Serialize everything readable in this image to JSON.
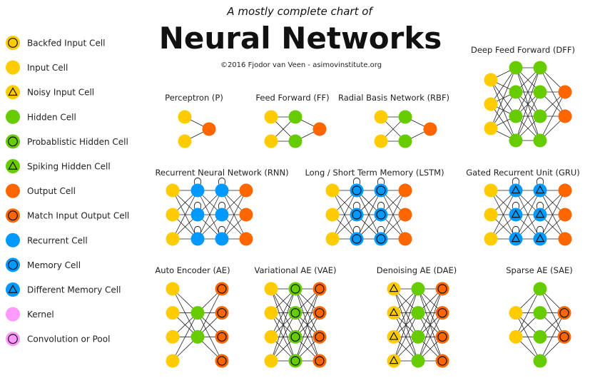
{
  "header": {
    "subtitle": "A mostly complete chart of",
    "title": "Neural Networks",
    "credit": "©2016 Fjodor van Veen - asimovinstitute.org"
  },
  "colors": {
    "input": "#FFCC00",
    "hidden": "#66CC00",
    "output": "#FF6600",
    "recurrent": "#0099FF",
    "kernel": "#FF99FF",
    "stroke": "#111111",
    "edge": "#222222"
  },
  "legend": [
    {
      "label": "Backfed Input Cell",
      "fill": "#FFCC00",
      "mark": "ring"
    },
    {
      "label": "Input Cell",
      "fill": "#FFCC00",
      "mark": "none"
    },
    {
      "label": "Noisy Input Cell",
      "fill": "#FFCC00",
      "mark": "triangle"
    },
    {
      "label": "Hidden Cell",
      "fill": "#66CC00",
      "mark": "none"
    },
    {
      "label": "Probablistic Hidden Cell",
      "fill": "#66CC00",
      "mark": "ring"
    },
    {
      "label": "Spiking Hidden Cell",
      "fill": "#66CC00",
      "mark": "triangle"
    },
    {
      "label": "Output Cell",
      "fill": "#FF6600",
      "mark": "none"
    },
    {
      "label": "Match Input Output Cell",
      "fill": "#FF6600",
      "mark": "ring"
    },
    {
      "label": "Recurrent Cell",
      "fill": "#0099FF",
      "mark": "none"
    },
    {
      "label": "Memory Cell",
      "fill": "#0099FF",
      "mark": "ring"
    },
    {
      "label": "Different Memory Cell",
      "fill": "#0099FF",
      "mark": "triangle"
    },
    {
      "label": "Kernel",
      "fill": "#FF99FF",
      "mark": "none"
    },
    {
      "label": "Convolution or Pool",
      "fill": "#FF99FF",
      "mark": "ring"
    }
  ],
  "networks": [
    {
      "id": "p",
      "title": "Perceptron (P)",
      "layers": [
        {
          "count": 2,
          "cell": "input"
        },
        {
          "count": 1,
          "cell": "output"
        }
      ]
    },
    {
      "id": "ff",
      "title": "Feed Forward (FF)",
      "layers": [
        {
          "count": 2,
          "cell": "input"
        },
        {
          "count": 2,
          "cell": "hidden"
        },
        {
          "count": 1,
          "cell": "output"
        }
      ]
    },
    {
      "id": "rbf",
      "title": "Radial Basis Network (RBF)",
      "layers": [
        {
          "count": 2,
          "cell": "input"
        },
        {
          "count": 2,
          "cell": "hidden"
        },
        {
          "count": 1,
          "cell": "output"
        }
      ]
    },
    {
      "id": "dff",
      "title": "Deep Feed Forward (DFF)",
      "layers": [
        {
          "count": 3,
          "cell": "input"
        },
        {
          "count": 4,
          "cell": "hidden"
        },
        {
          "count": 4,
          "cell": "hidden"
        },
        {
          "count": 2,
          "cell": "output"
        }
      ]
    },
    {
      "id": "rnn",
      "title": "Recurrent Neural Network (RNN)",
      "layers": [
        {
          "count": 3,
          "cell": "input"
        },
        {
          "count": 3,
          "cell": "recurrent",
          "loops": true
        },
        {
          "count": 3,
          "cell": "recurrent",
          "loops": true
        },
        {
          "count": 3,
          "cell": "output"
        }
      ]
    },
    {
      "id": "lstm",
      "title": "Long / Short Term Memory (LSTM)",
      "layers": [
        {
          "count": 3,
          "cell": "input"
        },
        {
          "count": 3,
          "cell": "memory",
          "loops": true
        },
        {
          "count": 3,
          "cell": "memory",
          "loops": true
        },
        {
          "count": 3,
          "cell": "output"
        }
      ]
    },
    {
      "id": "gru",
      "title": "Gated Recurrent Unit (GRU)",
      "layers": [
        {
          "count": 3,
          "cell": "input"
        },
        {
          "count": 3,
          "cell": "diffmemory",
          "loops": true
        },
        {
          "count": 3,
          "cell": "diffmemory",
          "loops": true
        },
        {
          "count": 3,
          "cell": "output"
        }
      ]
    },
    {
      "id": "ae",
      "title": "Auto Encoder (AE)",
      "layers": [
        {
          "count": 4,
          "cell": "input"
        },
        {
          "count": 2,
          "cell": "hidden"
        },
        {
          "count": 4,
          "cell": "match"
        }
      ]
    },
    {
      "id": "vae",
      "title": "Variational AE (VAE)",
      "layers": [
        {
          "count": 4,
          "cell": "input"
        },
        {
          "count": 4,
          "cell": "probhidden"
        },
        {
          "count": 4,
          "cell": "match"
        }
      ]
    },
    {
      "id": "dae",
      "title": "Denoising AE (DAE)",
      "layers": [
        {
          "count": 4,
          "cell": "noisy"
        },
        {
          "count": 4,
          "cell": "hidden"
        },
        {
          "count": 4,
          "cell": "match"
        }
      ]
    },
    {
      "id": "sae",
      "title": "Sparse AE (SAE)",
      "layers": [
        {
          "count": 2,
          "cell": "input"
        },
        {
          "count": 4,
          "cell": "hidden"
        },
        {
          "count": 2,
          "cell": "match"
        }
      ]
    }
  ]
}
